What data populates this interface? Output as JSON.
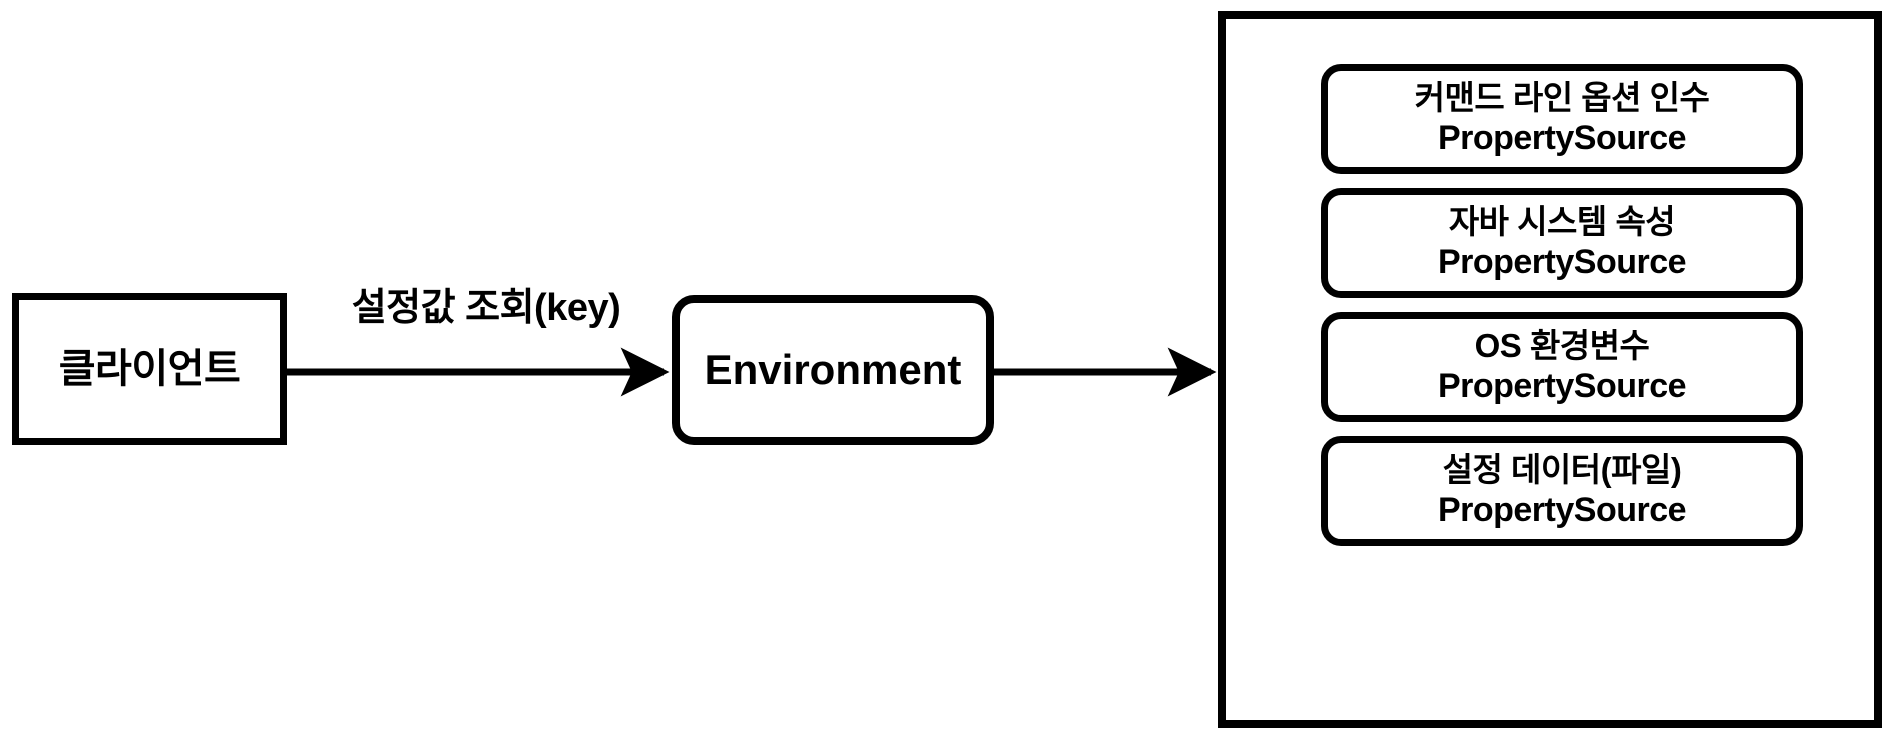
{
  "diagram": {
    "title": "Spring Environment PropertySource lookup flow",
    "background_color": "#ffffff",
    "stroke_color": "#000000"
  },
  "client": {
    "label": "클라이언트"
  },
  "flow": {
    "request_label": "설정값 조회(key)",
    "arrow_from_client_name": "arrow-client-to-environment",
    "arrow_to_sources_name": "arrow-environment-to-propertysources"
  },
  "environment": {
    "label": "Environment"
  },
  "property_sources": {
    "items": [
      {
        "line1": "커맨드 라인 옵션 인수",
        "line2": "PropertySource"
      },
      {
        "line1": "자바 시스템 속성",
        "line2": "PropertySource"
      },
      {
        "line1": "OS 환경변수",
        "line2": "PropertySource"
      },
      {
        "line1": "설정 데이터(파일)",
        "line2": "PropertySource"
      }
    ]
  }
}
